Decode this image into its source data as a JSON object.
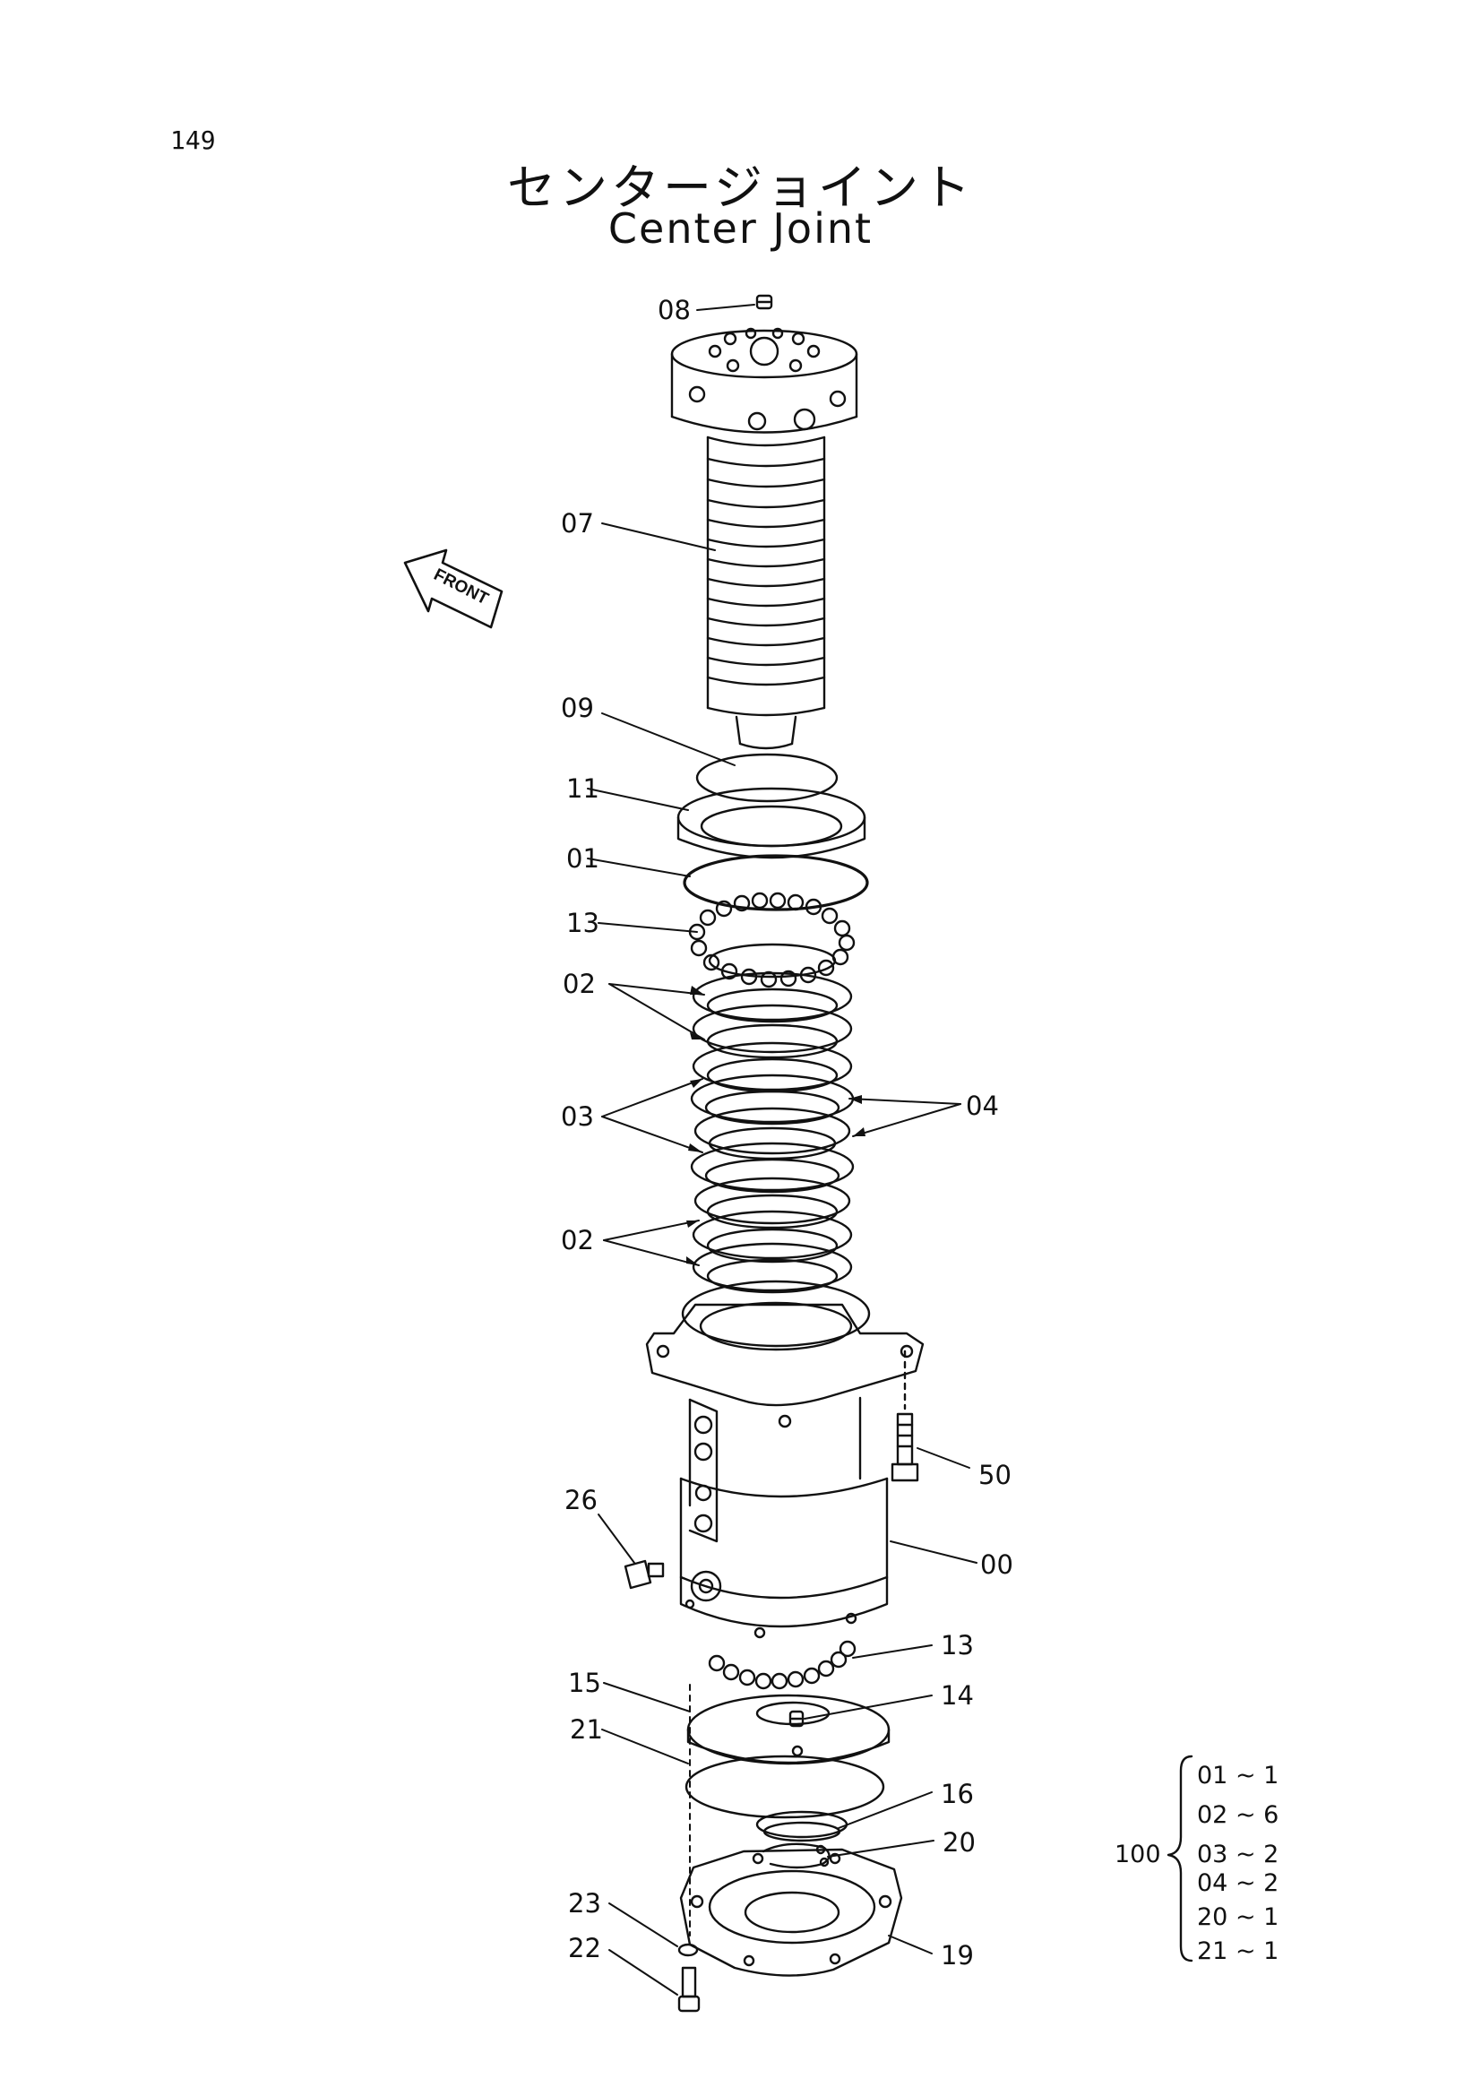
{
  "page_number": "149",
  "title_jp": "センタージョイント",
  "title_en": "Center Joint",
  "front_label": "FRONT",
  "parts": {
    "p08": "08",
    "p07": "07",
    "p09": "09",
    "p11": "11",
    "p01": "01",
    "p13a": "13",
    "p02a": "02",
    "p03": "03",
    "p04": "04",
    "p02b": "02",
    "p50": "50",
    "p26": "26",
    "p00": "00",
    "p13b": "13",
    "p15": "15",
    "p14": "14",
    "p21": "21",
    "p16": "16",
    "p20": "20",
    "p23": "23",
    "p22": "22",
    "p19": "19"
  },
  "kit": {
    "number": "100",
    "items": [
      "01 ~ 1",
      "02 ~ 6",
      "03 ~ 2",
      "04 ~ 2",
      "20 ~ 1",
      "21 ~ 1"
    ]
  }
}
